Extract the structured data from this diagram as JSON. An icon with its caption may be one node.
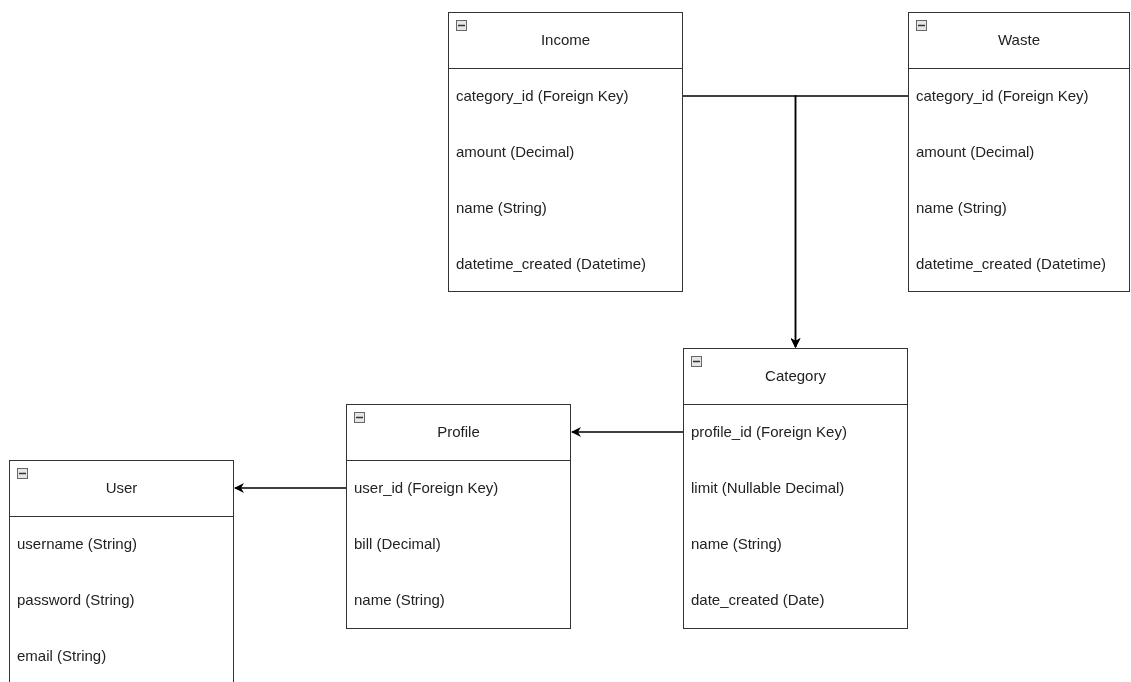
{
  "diagram": {
    "nodes": [
      {
        "text": [
          "Income"
        ]
      },
      {
        "text": [
          "category_id (Foreign Key)"
        ],
        "in": 0
      },
      {
        "text": [
          "amount (Decimal)"
        ],
        "in": 0
      },
      {
        "text": [
          "name (String)"
        ],
        "in": 0
      },
      {
        "text": [
          "datetime_created (Datetime)"
        ],
        "in": 0
      },
      {
        "text": [
          "Waste"
        ]
      },
      {
        "text": [
          "category_id (Foreign Key)"
        ],
        "in": 5
      },
      {
        "text": [
          "amount (Decimal)"
        ],
        "in": 5
      },
      {
        "text": [
          "name (String)"
        ],
        "in": 5
      },
      {
        "text": [
          "datetime_created (Datetime)"
        ],
        "in": 5
      },
      {
        "text": [
          "Category"
        ]
      },
      {
        "text": [
          "profile_id (Foreign Key)"
        ],
        "in": 10
      },
      {
        "text": [
          "limit (Nullable Decimal)"
        ],
        "in": 10
      },
      {
        "text": [
          "name (String)"
        ],
        "in": 10
      },
      {
        "text": [
          "date_created (Date)"
        ],
        "in": 10
      },
      {
        "text": [
          "Profile"
        ]
      },
      {
        "text": [
          "user_id (Foreign Key)"
        ],
        "in": 15
      },
      {
        "text": [
          "bill (Decimal)"
        ],
        "in": 15
      },
      {
        "text": [
          "name (String)"
        ],
        "in": 15
      },
      {
        "text": [
          "User"
        ]
      },
      {
        "text": [
          "username (String)"
        ],
        "in": 19
      },
      {
        "text": [
          "password (String)"
        ],
        "in": 19
      },
      {
        "text": [
          "email (String)"
        ],
        "in": 19
      }
    ],
    "edges": [
      {
        "from": 1,
        "to": 10,
        "arrow": "to"
      },
      {
        "from": 6,
        "to": 10,
        "arrow": "to"
      },
      {
        "from": 11,
        "to": 15,
        "arrow": "to"
      },
      {
        "from": 16,
        "to": 19,
        "arrow": "to"
      }
    ]
  }
}
